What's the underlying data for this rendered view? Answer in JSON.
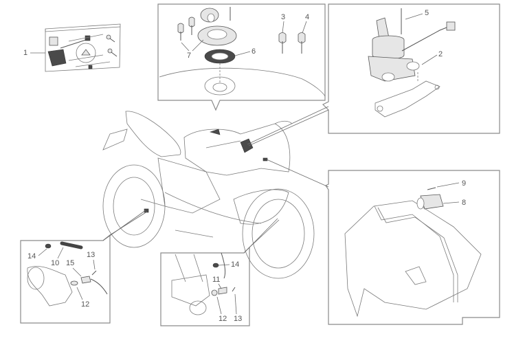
{
  "diagram": {
    "title": "",
    "subject": "motorcycle ignition switch / lock set exploded view",
    "colors": {
      "line": "#7a7a7a",
      "frame": "#8a8a8a",
      "label": "#555555",
      "highlight": "#4a4a4a"
    },
    "callouts": {
      "c1": "1",
      "c2": "2",
      "c3": "3",
      "c4": "4",
      "c5": "5",
      "c6": "6",
      "c7": "7",
      "c8": "8",
      "c9": "9",
      "c10": "10",
      "c11": "11",
      "c12a": "12",
      "c12b": "12",
      "c13a": "13",
      "c13b": "13",
      "c14a": "14",
      "c14b": "14",
      "c15": "15"
    },
    "panels": [
      {
        "id": "kit-package",
        "content": "lock set kit package"
      },
      {
        "id": "fuel-cap",
        "content": "fuel tank cap, gasket, keys"
      },
      {
        "id": "ignition-switch",
        "content": "ignition switch on steering bracket"
      },
      {
        "id": "seat-lock",
        "content": "seat lock under tail fairing"
      },
      {
        "id": "rear-sensor",
        "content": "rear speed sensor"
      },
      {
        "id": "front-sensor",
        "content": "front speed sensor"
      }
    ]
  }
}
